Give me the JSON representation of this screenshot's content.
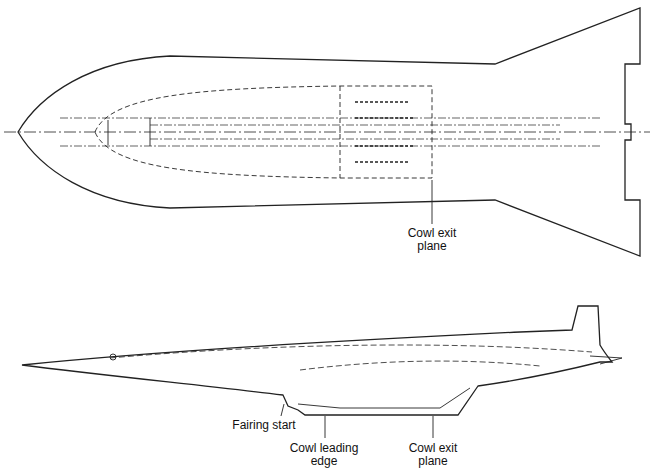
{
  "diagram": {
    "labels": [
      "Cowl exit plane",
      "Fairing start",
      "Cowl leading edge",
      "Cowl exit plane"
    ]
  }
}
